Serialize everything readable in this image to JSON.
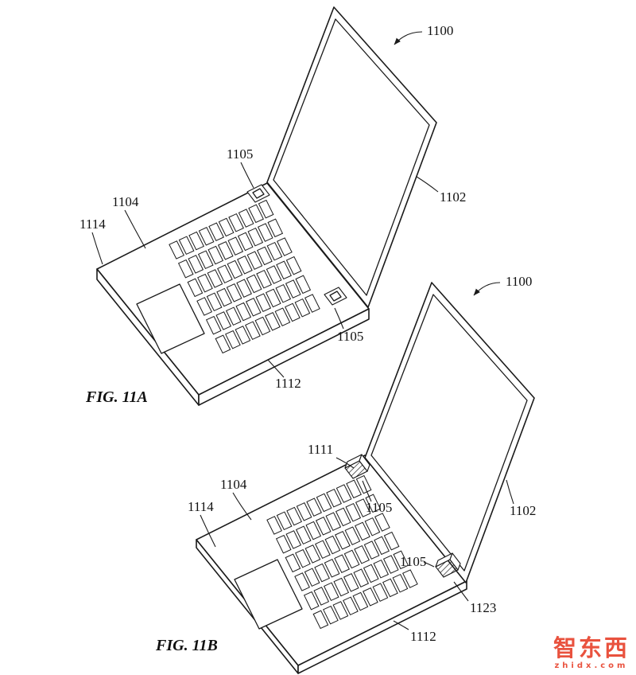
{
  "figures": {
    "fig_a": {
      "caption": "FIG. 11A",
      "labels": {
        "n1100": "1100",
        "n1102": "1102",
        "n1104": "1104",
        "n1105_top": "1105",
        "n1105_right": "1105",
        "n1112": "1112",
        "n1114": "1114"
      }
    },
    "fig_b": {
      "caption": "FIG. 11B",
      "labels": {
        "n1100": "1100",
        "n1102": "1102",
        "n1104": "1104",
        "n1105_top": "1105",
        "n1105_right": "1105",
        "n1111": "1111",
        "n1112": "1112",
        "n1114": "1114",
        "n1123": "1123"
      }
    }
  },
  "watermark": {
    "title": "智东西",
    "subtitle": "zhidx.com",
    "color": "#e8442e"
  },
  "drawing": {
    "stroke_color": "#1a1a1a",
    "keyboard": {
      "rows": 6,
      "cols": 10
    }
  }
}
